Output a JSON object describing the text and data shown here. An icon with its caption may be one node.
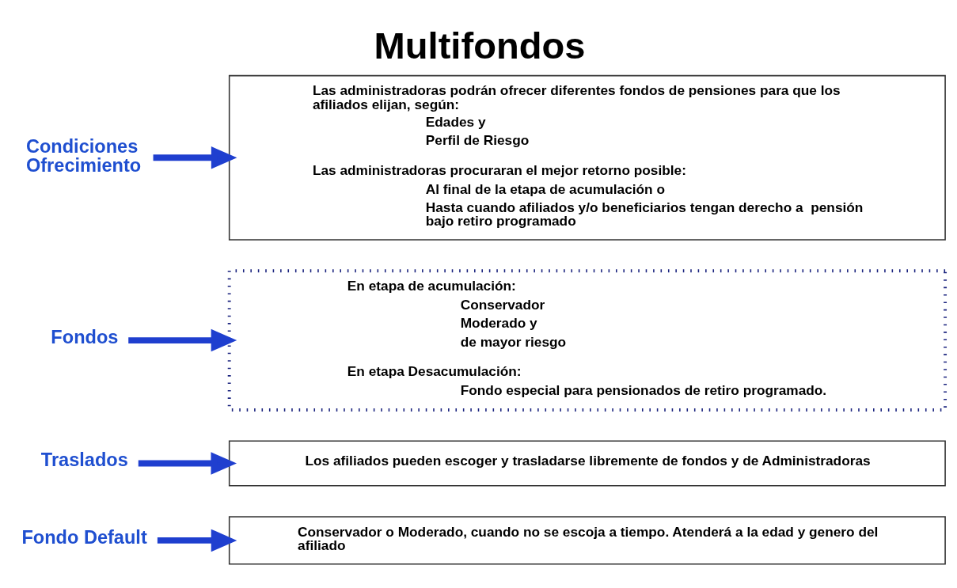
{
  "diagram": {
    "title": "Multifondos",
    "nodes": [
      {
        "text": [
          "Condiciones Ofrecimiento"
        ]
      },
      {
        "text": [
          "Las administradoras podrán ofrecer diferentes fondos de pensiones para que los afiliados elijan, según:",
          "Edades y",
          "Perfil de Riesgo",
          "Las administradoras procuraran el mejor retorno posible:",
          "Al final de la etapa de acumulación o",
          "Hasta cuando afiliados y/o beneficiarios tengan derecho a  pensión bajo retiro programado"
        ]
      },
      {
        "text": [
          "Fondos"
        ]
      },
      {
        "text": [
          "En etapa de acumulación:",
          "Conservador",
          "Moderado y",
          "de mayor riesgo",
          "En etapa Desacumulación:",
          "Fondo especial para pensionados de retiro programado."
        ]
      },
      {
        "text": [
          "Traslados"
        ]
      },
      {
        "text": [
          "Los afiliados pueden escoger y trasladarse libremente de fondos y de Administradoras"
        ]
      },
      {
        "text": [
          "Fondo Default"
        ]
      },
      {
        "text": [
          "Conservador o Moderado, cuando no se escoja a tiempo. Atenderá a la edad y genero del afiliado"
        ]
      }
    ],
    "edges": [
      {
        "from": 0,
        "to": 1,
        "arrow": "to"
      },
      {
        "from": 2,
        "to": 3,
        "arrow": "to"
      },
      {
        "from": 4,
        "to": 5,
        "arrow": "to"
      },
      {
        "from": 6,
        "to": 7,
        "arrow": "to"
      }
    ]
  }
}
